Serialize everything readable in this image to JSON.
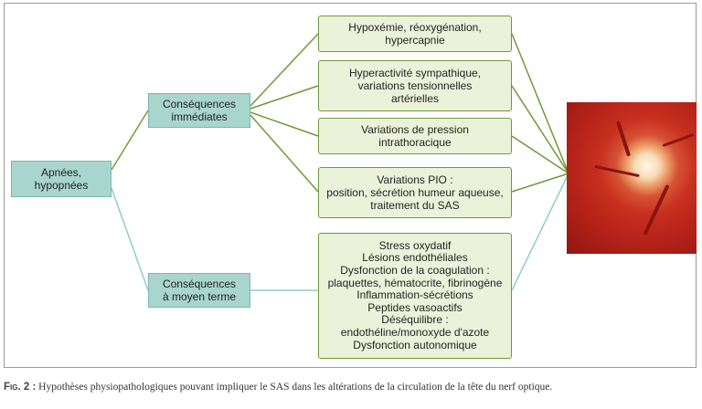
{
  "diagram": {
    "root": {
      "label": "Apnées,\nhypopnées"
    },
    "branches": [
      {
        "id": "immediate",
        "label": "Conséquences\nimmédiates"
      },
      {
        "id": "medium",
        "label": "Conséquences\nà moyen terme"
      }
    ],
    "leaves": [
      {
        "label": "Hypoxémie, réoxygénation,\nhypercapnie"
      },
      {
        "label": "Hyperactivité sympathique,\nvariations tensionnelles\nartérielles"
      },
      {
        "label": "Variations de pression\nintrathoracique"
      },
      {
        "label": "Variations PIO :\nposition, sécrétion humeur aqueuse,\ntraitement du SAS"
      },
      {
        "label": "Stress oxydatif\nLésions endothéliales\nDysfonction de la coagulation :\nplaquettes, hématocrite, fibrinogène\nInflammation-sécrétions\nPeptides vasoactifs\nDéséquilibre :\nendothéline/monoxyde d'azote\nDysfonction autonomique"
      }
    ],
    "colors": {
      "root": "#a8d5cd",
      "leaf_fill": "#ebf2da",
      "leaf_border": "#6f9a3a",
      "link_green": "#6f9a3a",
      "link_teal": "#8fcfc6"
    }
  },
  "caption": {
    "label": "Fig. 2 :",
    "text": " Hypothèses physiopathologiques pouvant impliquer le SAS dans les altérations de la circulation de la tête du nerf optique."
  }
}
